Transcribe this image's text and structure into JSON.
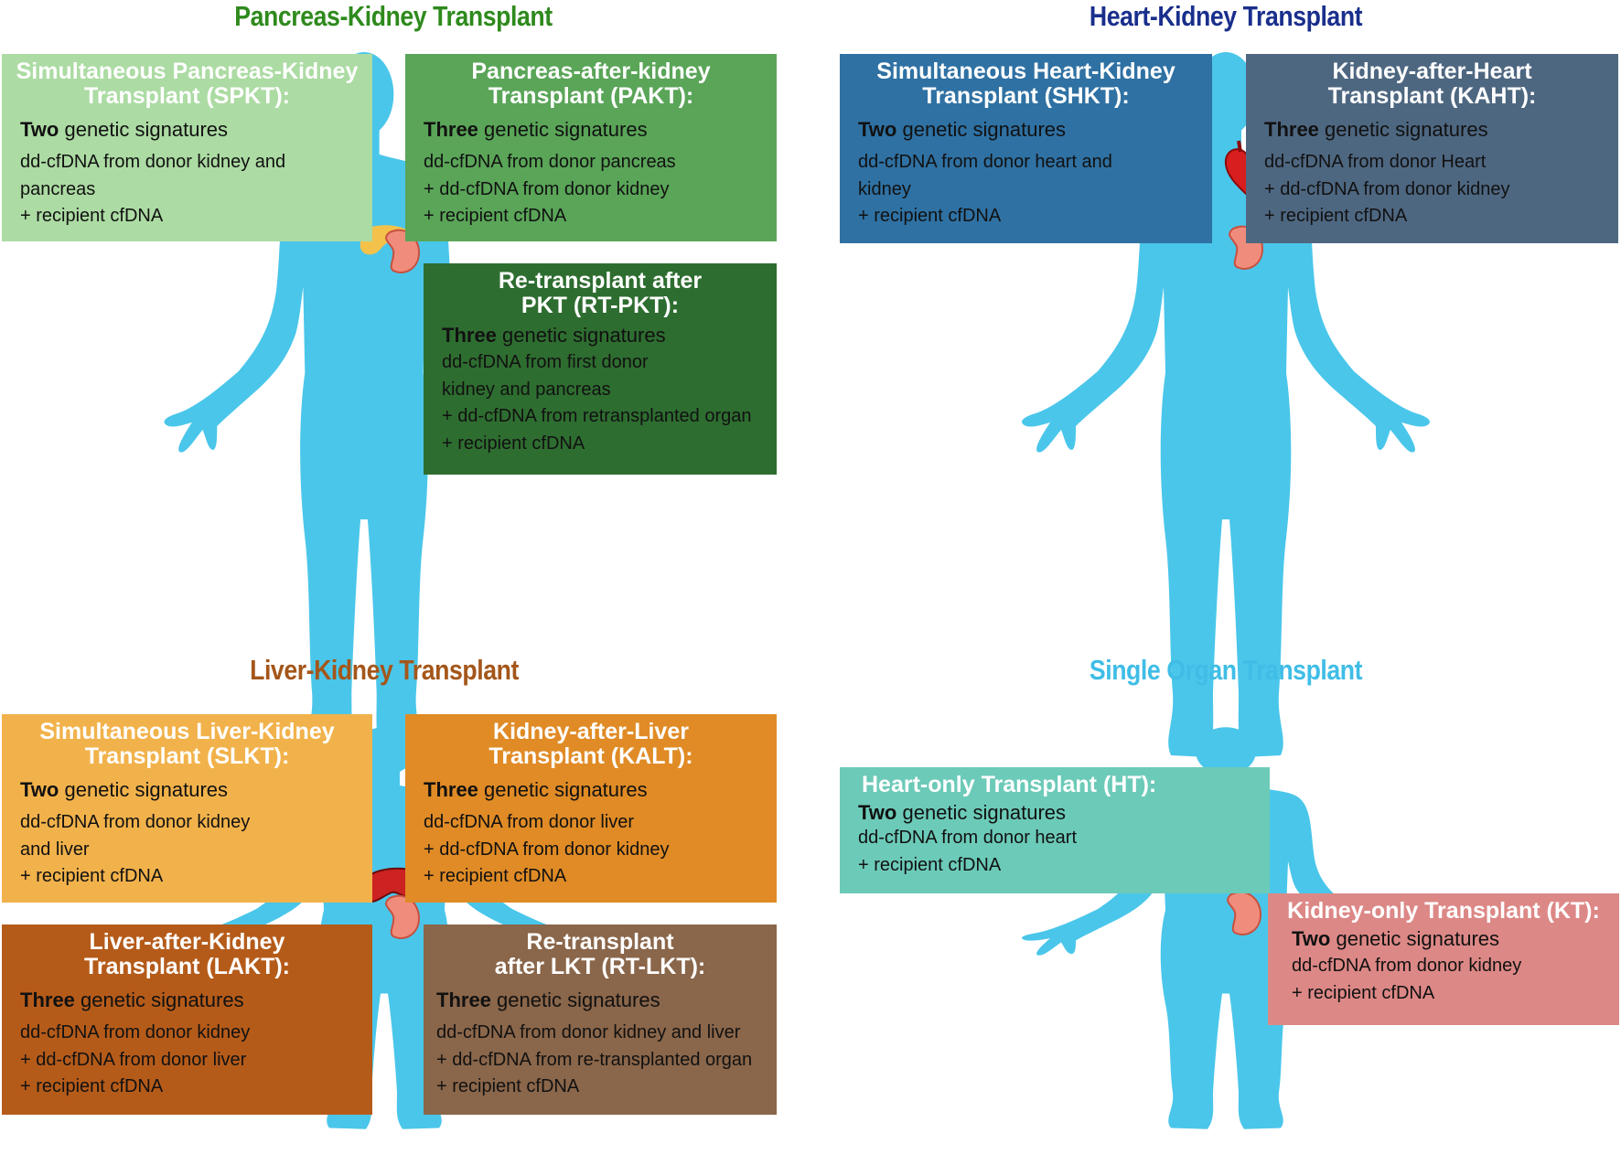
{
  "panels": {
    "pk": {
      "title": "Pancreas-Kidney Transplant",
      "spkt": {
        "heading": [
          "Simultaneous Pancreas-Kidney",
          "Transplant (SPKT):"
        ],
        "sig_strong": "Two",
        "sig_rest": " genetic signatures",
        "lines": [
          "dd-cfDNA from donor kidney and",
          "pancreas",
          "+ recipient cfDNA"
        ]
      },
      "pakt": {
        "heading": [
          "Pancreas-after-kidney",
          "Transplant (PAKT):"
        ],
        "sig_strong": "Three",
        "sig_rest": " genetic signatures",
        "lines": [
          "dd-cfDNA from donor pancreas",
          "+ dd-cfDNA from donor kidney",
          "+ recipient cfDNA"
        ]
      },
      "rtpkt": {
        "heading": [
          "Re-transplant after",
          "PKT (RT-PKT):"
        ],
        "sig_strong": "Three",
        "sig_rest": " genetic signatures",
        "lines": [
          "dd-cfDNA from first donor",
          "kidney and pancreas",
          "+ dd-cfDNA from retransplanted organ",
          "+ recipient cfDNA"
        ]
      }
    },
    "hk": {
      "title": "Heart-Kidney Transplant",
      "shkt": {
        "heading": [
          "Simultaneous Heart-Kidney",
          "Transplant (SHKT):"
        ],
        "sig_strong": "Two",
        "sig_rest": " genetic signatures",
        "lines": [
          "dd-cfDNA from donor heart and",
          "kidney",
          "+ recipient cfDNA"
        ]
      },
      "kaht": {
        "heading": [
          "Kidney-after-Heart",
          "Transplant (KAHT):"
        ],
        "sig_strong": "Three",
        "sig_rest": " genetic signatures",
        "lines": [
          "dd-cfDNA from donor Heart",
          "+ dd-cfDNA from donor kidney",
          "+ recipient cfDNA"
        ]
      }
    },
    "lk": {
      "title": "Liver-Kidney Transplant",
      "slkt": {
        "heading": [
          "Simultaneous Liver-Kidney",
          "Transplant (SLKT):"
        ],
        "sig_strong": "Two",
        "sig_rest": " genetic signatures",
        "lines": [
          "dd-cfDNA from donor kidney",
          "and liver",
          "+ recipient cfDNA"
        ]
      },
      "kalt": {
        "heading": [
          "Kidney-after-Liver",
          "Transplant (KALT):"
        ],
        "sig_strong": "Three",
        "sig_rest": " genetic signatures",
        "lines": [
          "dd-cfDNA from donor liver",
          "+ dd-cfDNA from donor kidney",
          "+ recipient cfDNA"
        ]
      },
      "lakt": {
        "heading": [
          "Liver-after-Kidney",
          "Transplant (LAKT):"
        ],
        "sig_strong": "Three",
        "sig_rest": " genetic signatures",
        "lines": [
          "dd-cfDNA from donor kidney",
          "+ dd-cfDNA from donor liver",
          "+ recipient cfDNA"
        ]
      },
      "rtlkt": {
        "heading": [
          "Re-transplant",
          "after LKT (RT-LKT):"
        ],
        "sig_strong": "Three",
        "sig_rest": " genetic signatures",
        "lines": [
          "dd-cfDNA from donor kidney and liver",
          "+ dd-cfDNA from re-transplanted organ",
          "+ recipient cfDNA"
        ]
      }
    },
    "so": {
      "title": "Single Organ Transplant",
      "ht": {
        "heading": [
          "Heart-only Transplant (HT):"
        ],
        "sig_strong": "Two",
        "sig_rest": " genetic signatures",
        "lines": [
          "dd-cfDNA from donor heart",
          "+ recipient cfDNA"
        ]
      },
      "kt": {
        "heading": [
          "Kidney-only Transplant (KT):"
        ],
        "sig_strong": "Two",
        "sig_rest": " genetic signatures",
        "lines": [
          "dd-cfDNA from donor kidney",
          "+ recipient cfDNA"
        ]
      }
    }
  },
  "colors": {
    "body": "#4ac6ea",
    "title_pk": "#2e8a1c",
    "title_hk": "#1a2f8c",
    "title_lk": "#a4561a",
    "title_so": "#3fbde6",
    "spkt": "#acdba3",
    "pakt": "#5aa558",
    "rtpkt": "#2e6d30",
    "shkt": "#2f71a3",
    "kaht": "#4e6781",
    "slkt": "#f2b24b",
    "kalt": "#e08b26",
    "lakt": "#b55b1a",
    "rtlkt": "#8a664a",
    "ht": "#6ccab8",
    "kt": "#dc8886",
    "pancreas": "#f4c24a",
    "kidney": "#f08c7c",
    "heart": "#d81e1e",
    "liver": "#cc2222"
  }
}
